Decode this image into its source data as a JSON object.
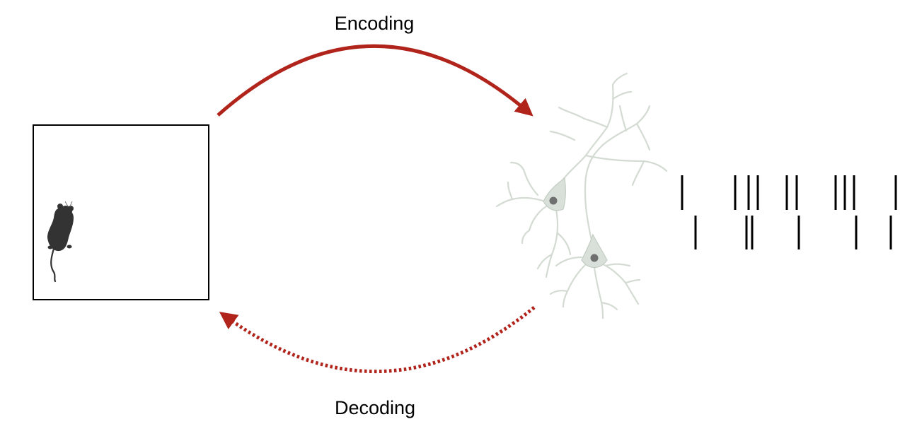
{
  "labels": {
    "encoding": "Encoding",
    "decoding": "Decoding"
  },
  "colors": {
    "arrow": "#b0241b",
    "arena_border": "#000000",
    "mouse": "#333333",
    "neuron": "#d9e0d9",
    "neuron_stroke": "#c3cdc3",
    "nucleus": "#6f6f6f",
    "spike": "#000000"
  },
  "arrows": {
    "encoding": {
      "direction": "arena-to-neurons",
      "style": "solid"
    },
    "decoding": {
      "direction": "neurons-to-arena",
      "style": "dotted"
    }
  },
  "spike_trains": [
    {
      "name": "neuron-1",
      "spike_count": 10
    },
    {
      "name": "neuron-2",
      "spike_count": 6
    }
  ],
  "icons": [
    "mouse-icon",
    "neuron-icon",
    "arena-box"
  ]
}
